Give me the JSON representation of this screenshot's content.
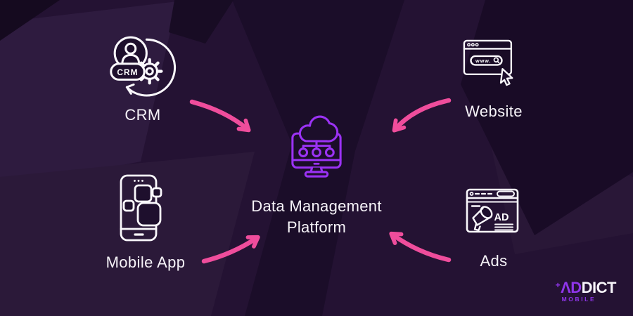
{
  "diagram": {
    "title_line1": "Data Management",
    "title_line2": "Platform"
  },
  "nodes": {
    "crm": {
      "label": "CRM"
    },
    "website": {
      "label": "Website"
    },
    "mobile": {
      "label": "Mobile App"
    },
    "ads": {
      "label": "Ads"
    }
  },
  "icon_texts": {
    "crm_badge": "CRM",
    "website_search": "www.",
    "ads_badge": "AD"
  },
  "connections": [
    {
      "from": "CRM",
      "to": "Data Management Platform"
    },
    {
      "from": "Website",
      "to": "Data Management Platform"
    },
    {
      "from": "Mobile App",
      "to": "Data Management Platform"
    },
    {
      "from": "Ads",
      "to": "Data Management Platform"
    }
  ],
  "logo": {
    "plus": "+",
    "brand_purple": "ΛD",
    "brand_white": "DICT",
    "tagline": "MOBILE"
  },
  "colors": {
    "background": "#241233",
    "accent_pink": "#ef4d9c",
    "accent_purple": "#9b32f4",
    "text": "#f6f3f8",
    "logo_purple": "#8f35ea"
  }
}
